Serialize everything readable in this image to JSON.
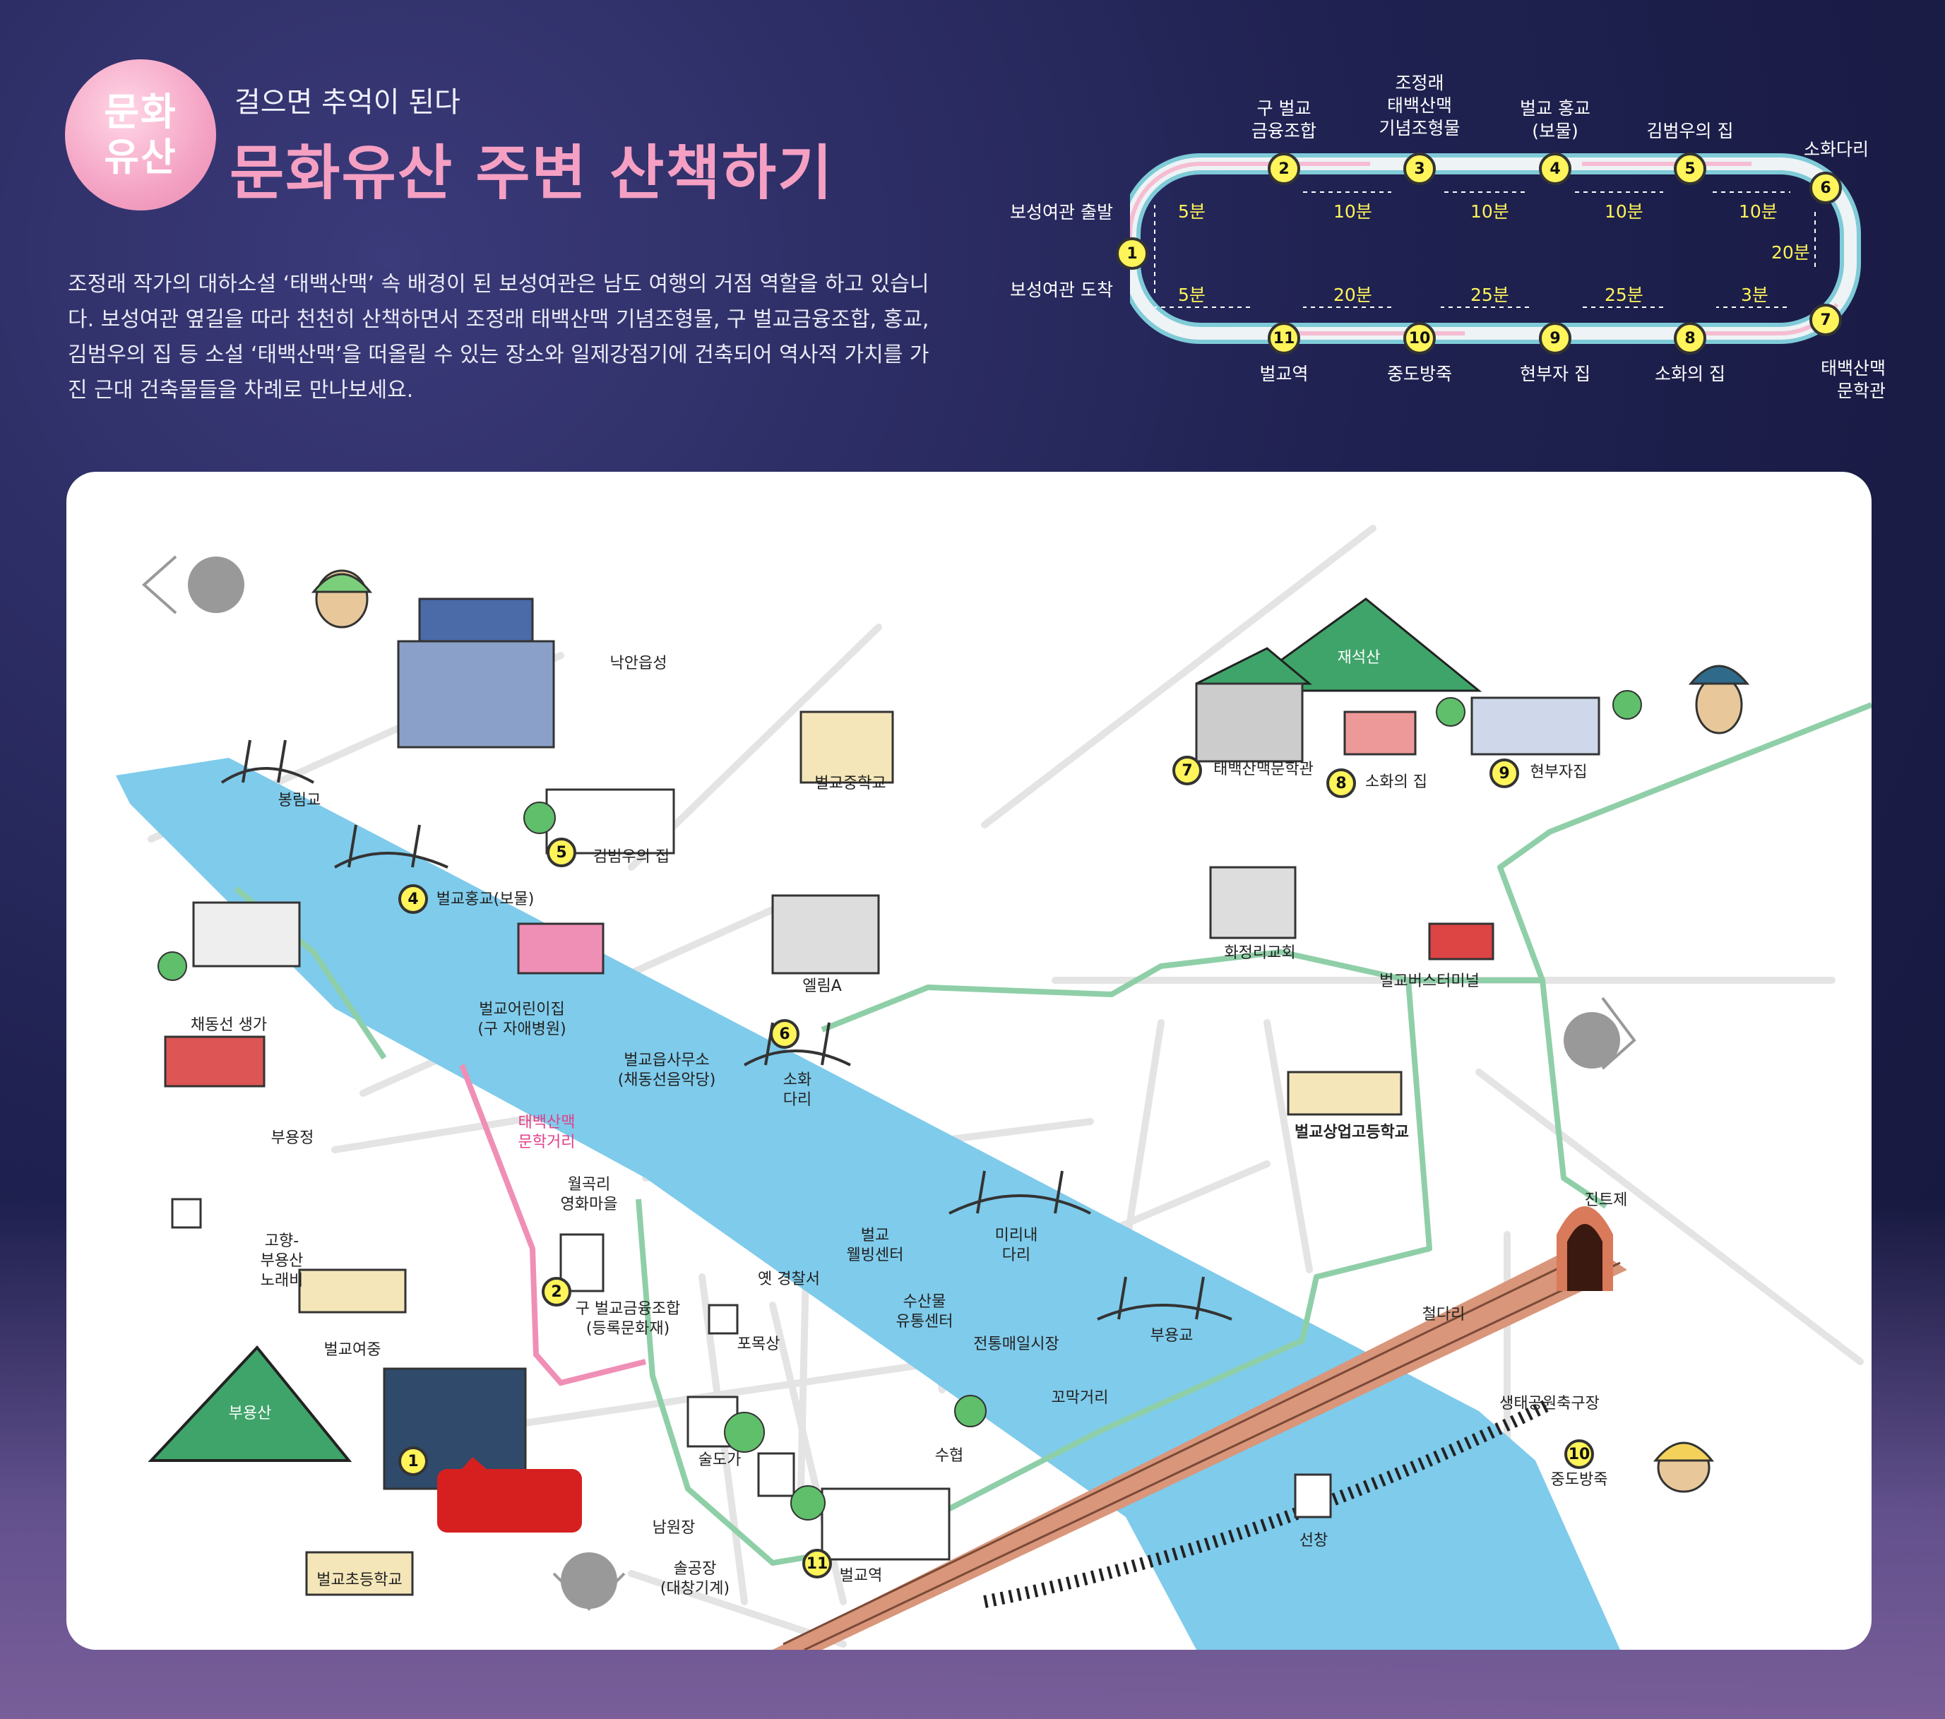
{
  "header": {
    "badge_line1": "문화",
    "badge_line2": "유산",
    "subtitle": "걸으면 추억이 된다",
    "title": "문화유산 주변 산책하기",
    "description": "조정래 작가의 대하소설 ‘태백산맥’ 속 배경이 된 보성여관은 남도 여행의 거점 역할을 하고 있습니다. 보성여관 옆길을 따라 천천히 산책하면서 조정래 태백산맥 기념조형물, 구 벌교금융조합, 홍교, 김범우의 집 등 소설 ‘태백산맥’을 떠올릴 수 있는 장소와 일제강점기에 건축되어 역사적 가치를 가진 근대 건축물들을 차례로 만나보세요."
  },
  "route": {
    "start_label": "보성여관 출발",
    "end_label": "보성여관 도착",
    "stops": [
      {
        "num": "1",
        "name": ""
      },
      {
        "num": "2",
        "name": "구 벌교\n금융조합"
      },
      {
        "num": "3",
        "name": "조정래\n태백산맥\n기념조형물"
      },
      {
        "num": "4",
        "name": "벌교 홍교\n(보물)"
      },
      {
        "num": "5",
        "name": "김범우의 집"
      },
      {
        "num": "6",
        "name": "소화다리"
      },
      {
        "num": "7",
        "name": "태백산맥\n문학관"
      },
      {
        "num": "8",
        "name": "소화의 집"
      },
      {
        "num": "9",
        "name": "현부자 집"
      },
      {
        "num": "10",
        "name": "중도방죽"
      },
      {
        "num": "11",
        "name": "벌교역"
      }
    ],
    "times_top": [
      "5분",
      "10분",
      "10분",
      "10분",
      "10분"
    ],
    "time_side": "20분",
    "times_bottom": [
      "5분",
      "20분",
      "25분",
      "25분",
      "3분"
    ],
    "colors": {
      "route_ring": "#dfe9ee",
      "route_edge": "#7fcbd8",
      "stop_fill": "#fff45a",
      "time_text": "#fff45a"
    }
  },
  "map": {
    "colors": {
      "river": "#7fcbeb",
      "road": "#e6e6e6",
      "green_path": "#8fcfa8",
      "pink_path": "#f08fb6",
      "mountain": "#3fa46a",
      "rail": "#d9967a"
    },
    "places": [
      {
        "id": "nagan",
        "label": "낙안읍성"
      },
      {
        "id": "mid-school",
        "label": "벌교중학교"
      },
      {
        "id": "bonglim",
        "label": "봉림교"
      },
      {
        "id": "kim-house",
        "label": "김범우의 집",
        "num": "5"
      },
      {
        "id": "hongyo",
        "label": "벌교홍교(보물)",
        "num": "4"
      },
      {
        "id": "chae-house",
        "label": "채동선 생가"
      },
      {
        "id": "kinder",
        "label": "벌교어린이집\n(구 자애병원)"
      },
      {
        "id": "office",
        "label": "벌교읍사무소\n(채동선음악당)"
      },
      {
        "id": "sohwa-bridge",
        "label": "소화\n다리",
        "num": "6"
      },
      {
        "id": "ellim",
        "label": "엘림A"
      },
      {
        "id": "buyongjeong",
        "label": "부용정"
      },
      {
        "id": "literary-street",
        "label": "태백산맥\n문학거리"
      },
      {
        "id": "wolgok",
        "label": "월곡리\n영화마을"
      },
      {
        "id": "song-stone",
        "label": "고향-\n부용산\n노래비"
      },
      {
        "id": "girls-mid",
        "label": "벌교여중"
      },
      {
        "id": "finance",
        "label": "구 벌교금융조합\n(등록문화재)",
        "num": "2"
      },
      {
        "id": "police",
        "label": "옛 경찰서"
      },
      {
        "id": "wellbeing",
        "label": "벌교\n웰빙센터"
      },
      {
        "id": "mirinae",
        "label": "미리내\n다리"
      },
      {
        "id": "seafood",
        "label": "수산물\n유통센터"
      },
      {
        "id": "market",
        "label": "전통매일시장"
      },
      {
        "id": "pomok",
        "label": "포목상"
      },
      {
        "id": "buyong-mt",
        "label": "부용산"
      },
      {
        "id": "boseong-inn",
        "label": "",
        "num": "1"
      },
      {
        "id": "suldoga",
        "label": "술도가"
      },
      {
        "id": "suhyup",
        "label": "수협"
      },
      {
        "id": "kkomak",
        "label": "꼬막거리"
      },
      {
        "id": "buyong-bridge",
        "label": "부용교"
      },
      {
        "id": "elem",
        "label": "벌교초등학교"
      },
      {
        "id": "namwon",
        "label": "남원장"
      },
      {
        "id": "solgong",
        "label": "솔공장\n(대창기계)"
      },
      {
        "id": "station",
        "label": "벌교역",
        "num": "11"
      },
      {
        "id": "seonchang",
        "label": "선창"
      },
      {
        "id": "rail-bridge",
        "label": "철다리"
      },
      {
        "id": "jinteuje",
        "label": "진트제"
      },
      {
        "id": "eco-park",
        "label": "생태공원축구장"
      },
      {
        "id": "jungdo",
        "label": "중도방죽",
        "num": "10"
      },
      {
        "id": "jaeseok-mt",
        "label": "재석산"
      },
      {
        "id": "taebaek-museum",
        "label": "태백산맥문학관",
        "num": "7"
      },
      {
        "id": "sohwa-house",
        "label": "소화의 집",
        "num": "8"
      },
      {
        "id": "hyunbuja",
        "label": "현부자집",
        "num": "9"
      },
      {
        "id": "church",
        "label": "화정리교회"
      },
      {
        "id": "bus",
        "label": "벌교버스터미널"
      },
      {
        "id": "commerce-hs",
        "label": "벌교상업고등학교"
      }
    ]
  }
}
